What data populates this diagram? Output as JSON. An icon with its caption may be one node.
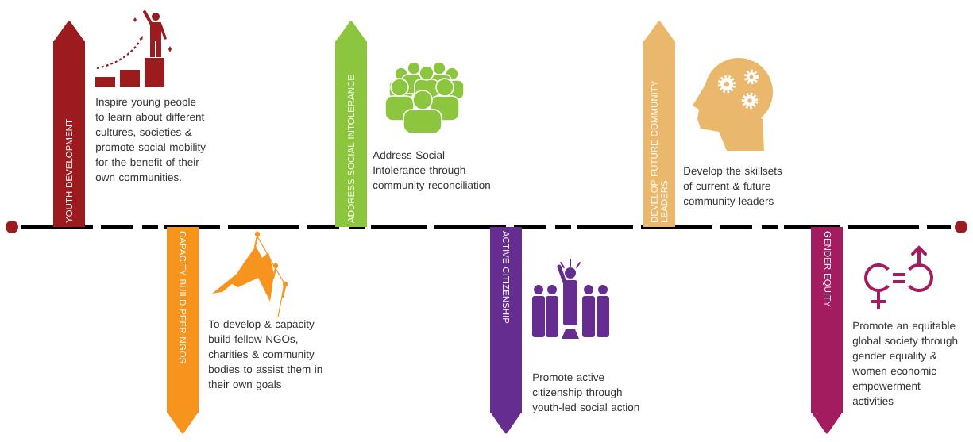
{
  "diagram": {
    "nodes": [
      {
        "text": [
          "YOUTH DEVELOPMENT"
        ],
        "beside": [
          "Inspire young people to learn about different cultures, societies & promote social mobility for the benefit of their own communities."
        ]
      },
      {
        "text": [
          "CAPACITY BUILD PEER NGOS"
        ],
        "beside": [
          "To develop & capacity build fellow NGOs, charities & community bodies to assist them in their own goals"
        ]
      },
      {
        "text": [
          "ADDRESS SOCIAL INTOLERANCE"
        ],
        "beside": [
          "Address Social Intolerance through community reconciliation"
        ]
      },
      {
        "text": [
          "ACTIVE CITIZENSHIP"
        ],
        "beside": [
          "Promote active citizenship through youth-led social action"
        ]
      },
      {
        "text": [
          "DEVELOP FUTURE COMMUNITY LEADERS"
        ],
        "beside": [
          "Develop the skillsets of current & future community leaders"
        ]
      },
      {
        "text": [
          "GENDER EQUITY"
        ],
        "beside": [
          "Promote an equitable global society through gender equality & women economic empowerment activities"
        ]
      }
    ]
  }
}
